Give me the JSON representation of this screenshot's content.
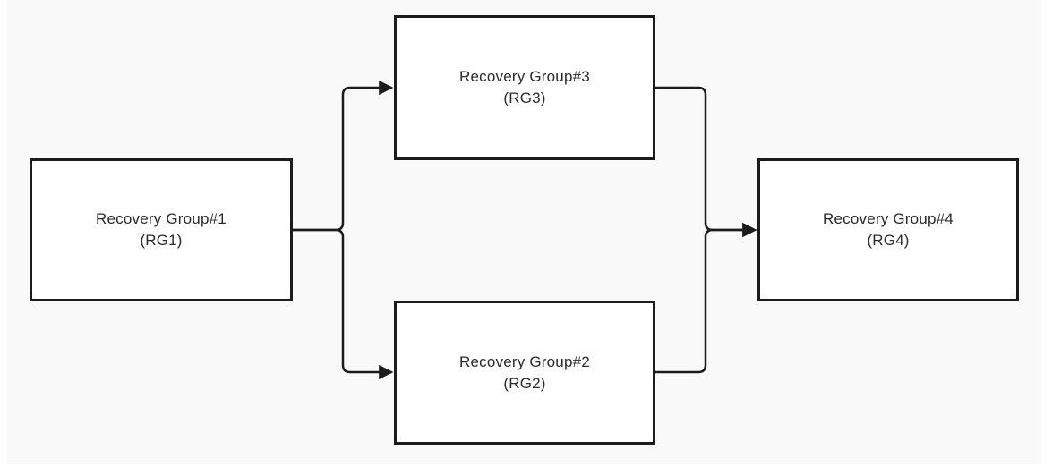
{
  "diagram": {
    "type": "flow-diagram",
    "nodes": {
      "rg1": {
        "name": "Recovery Group#1",
        "code": "(RG1)"
      },
      "rg2": {
        "name": "Recovery Group#2",
        "code": "(RG2)"
      },
      "rg3": {
        "name": "Recovery Group#3",
        "code": "(RG3)"
      },
      "rg4": {
        "name": "Recovery Group#4",
        "code": "(RG4)"
      }
    },
    "edges": [
      {
        "from": "RG1",
        "to": "RG3"
      },
      {
        "from": "RG1",
        "to": "RG2"
      },
      {
        "from": "RG3",
        "to": "RG4"
      },
      {
        "from": "RG2",
        "to": "RG4"
      }
    ],
    "colors": {
      "canvas_background": "#f9f9f9",
      "page_margin": "#ffffff",
      "node_fill": "#ffffff",
      "stroke": "#1c1c1c",
      "text": "#2b2b2b"
    }
  }
}
